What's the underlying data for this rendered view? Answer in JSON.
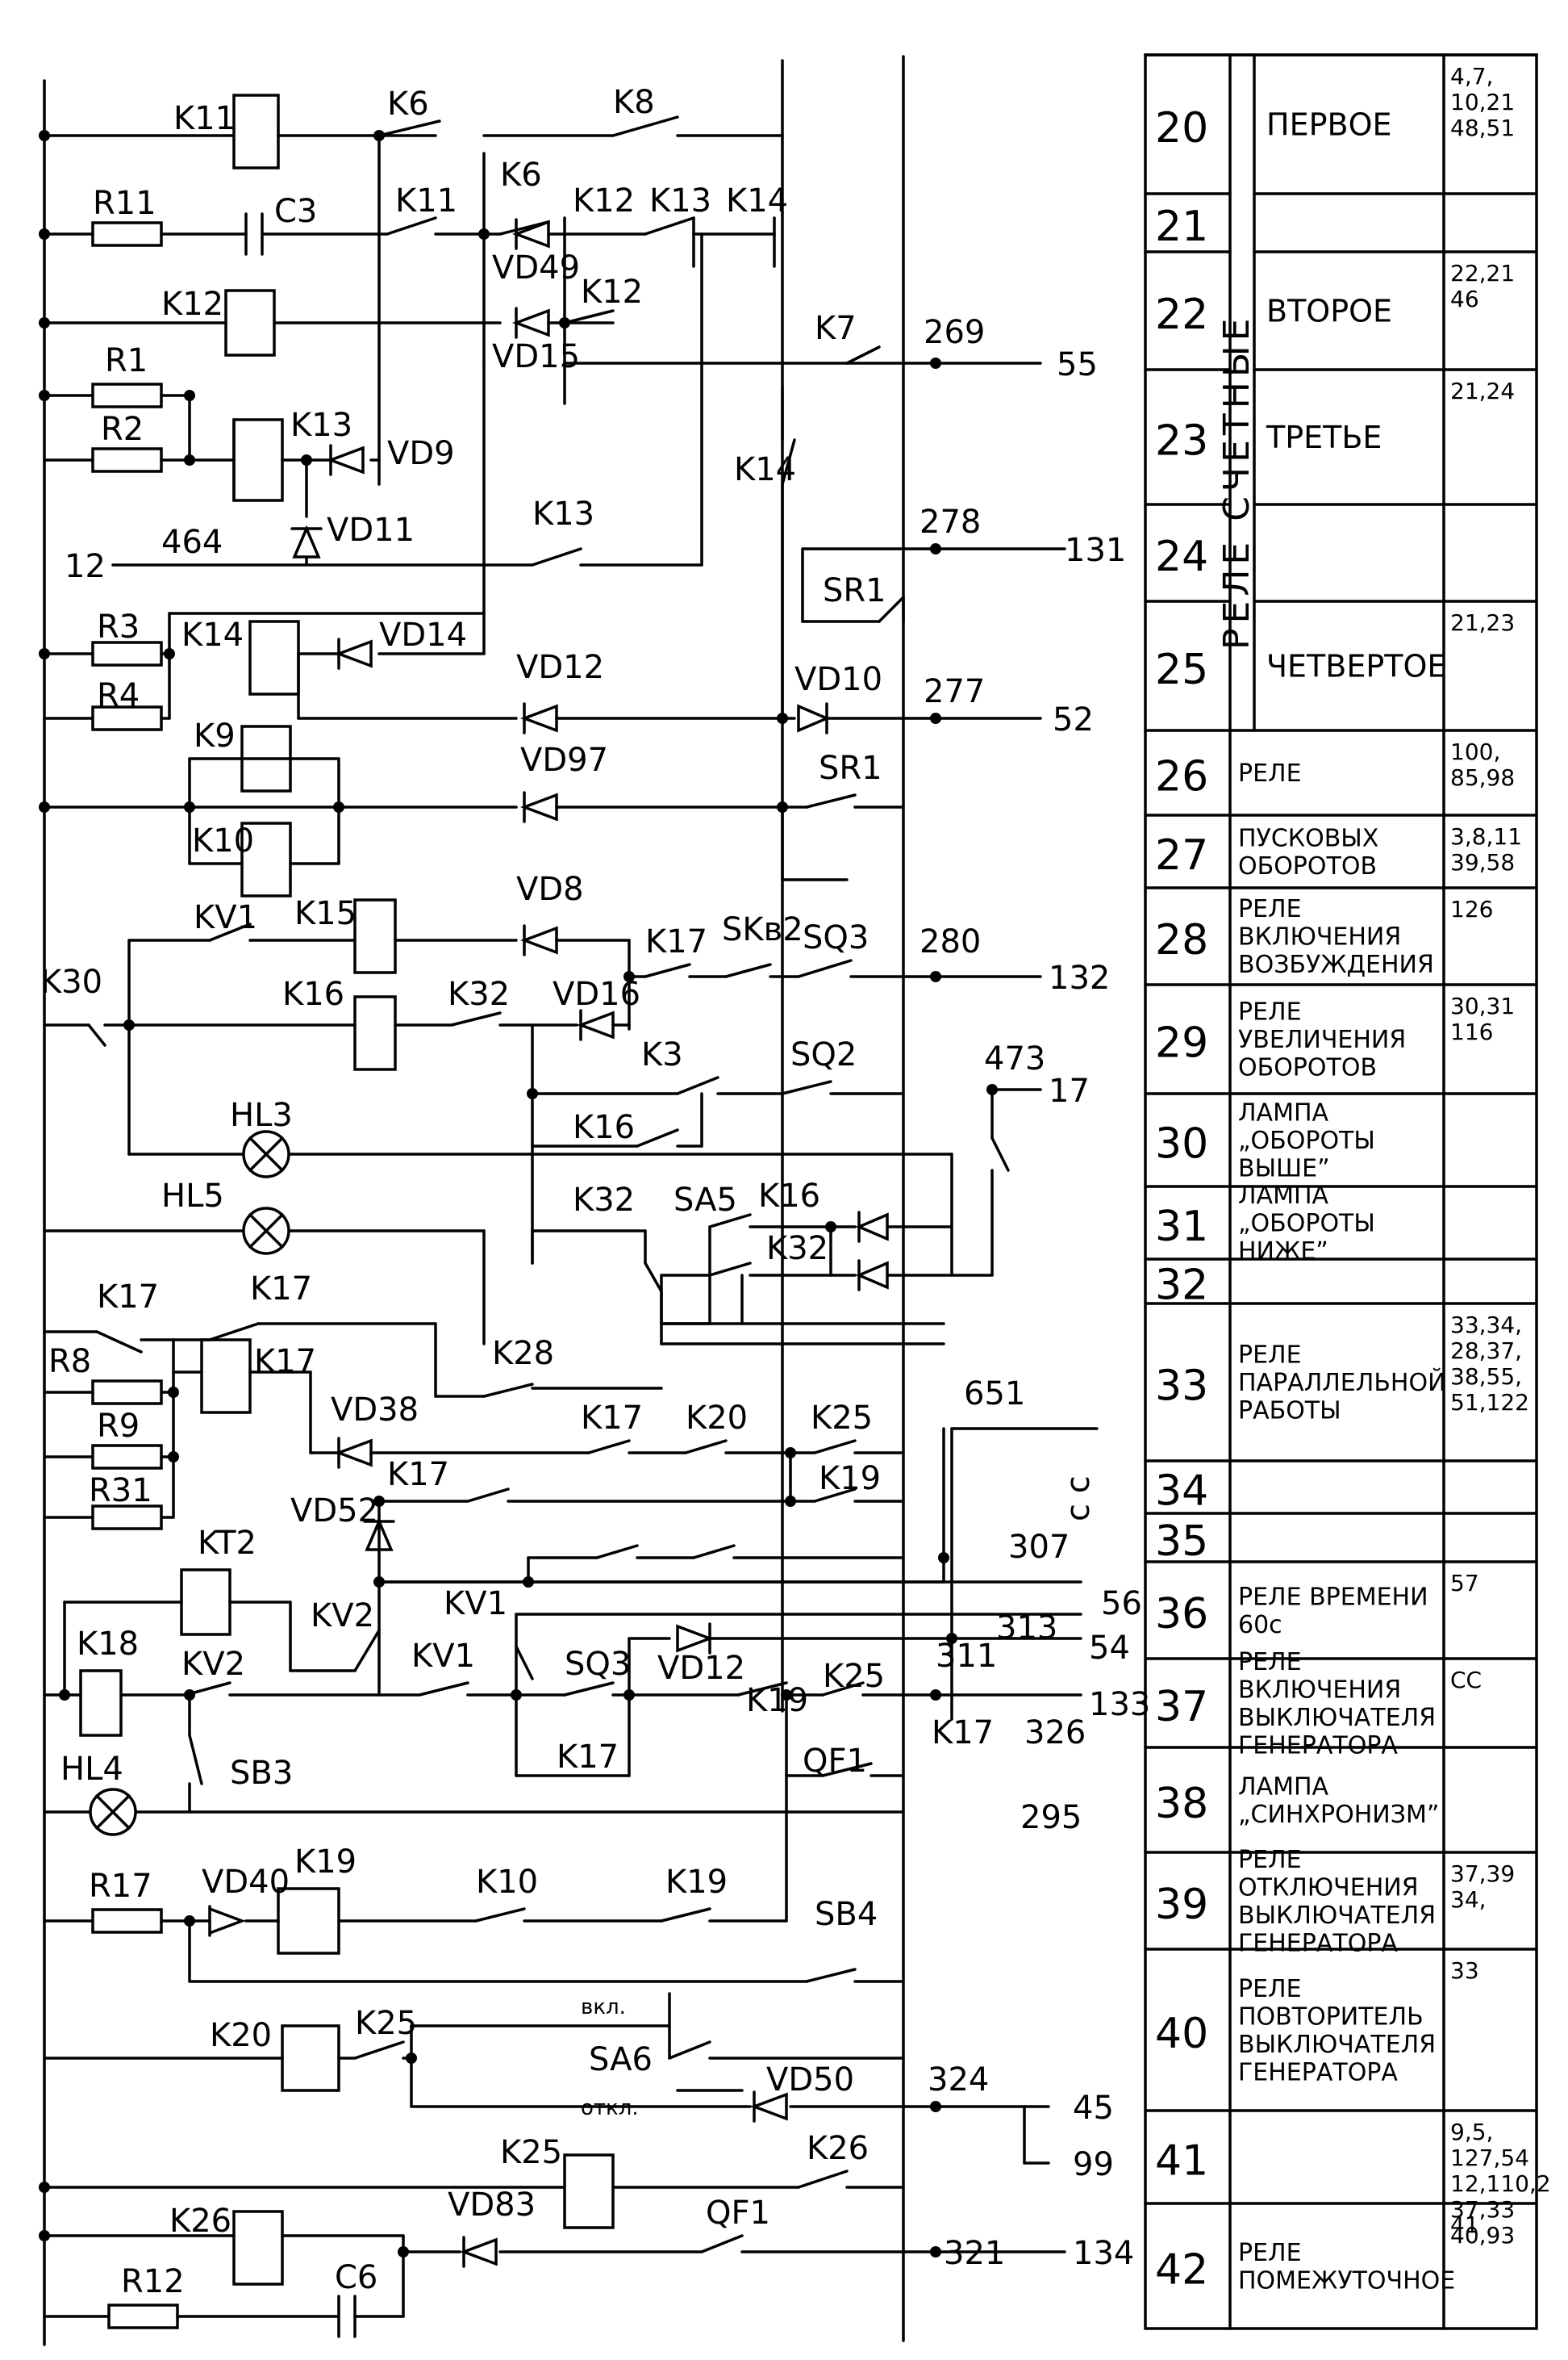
{
  "component_labels": {
    "K11a": "K11",
    "K6a": "K6",
    "K8": "K8",
    "R11": "R11",
    "C3": "C3",
    "K11b": "K11",
    "K6b": "K6",
    "K12a": "K12",
    "K13a": "K13",
    "K14a": "K14",
    "VD49": "VD49",
    "VD15": "VD15",
    "K12b": "K12",
    "K12c": "K12",
    "K7": "K7",
    "n269": "269",
    "n55": "55",
    "R1": "R1",
    "R2": "R2",
    "K13b": "K13",
    "VD9": "VD9",
    "K14b": "K14",
    "n12": "12",
    "n464": "464",
    "VD11": "VD11",
    "K13c": "K13",
    "n278": "278",
    "n131": "131",
    "SR1a": "SR1",
    "R3": "R3",
    "K14c": "K14",
    "VD14": "VD14",
    "R4": "R4",
    "VD12a": "VD12",
    "VD10": "VD10",
    "n277": "277",
    "n52": "52",
    "K9": "K9",
    "VD97": "VD97",
    "SR1b": "SR1",
    "K10a": "K10",
    "VD8": "VD8",
    "KV1a": "KV1",
    "K15": "K15",
    "K30": "K30",
    "K16a": "K16",
    "K32a": "K32",
    "VD16": "VD16",
    "K17a": "K17",
    "SKB2": "SKв2",
    "SQ3a": "SQ3",
    "n280": "280",
    "n132": "132",
    "K3": "K3",
    "SQ2": "SQ2",
    "n473": "473",
    "n17": "17",
    "K16b": "K16",
    "HL3": "HL3",
    "HL5": "HL5",
    "K32b": "K32",
    "SA5": "SA5",
    "K16c": "K16",
    "K32c": "K32",
    "K17b": "K17",
    "K17c": "K17",
    "R8": "R8",
    "K17d": "K17",
    "K28": "K28",
    "R9": "R9",
    "VD38": "VD38",
    "K17e": "K17",
    "K20a": "K20",
    "K25a": "K25",
    "n651": "651",
    "R31": "R31",
    "K17f": "K17",
    "K19a": "K19",
    "VD52": "VD52",
    "KT2": "KT2",
    "n307": "307",
    "ccMark": "с с",
    "K18": "K18",
    "KV2a": "KV2",
    "KV1b": "KV1",
    "n56": "56",
    "n313": "313",
    "KV1c": "KV1",
    "SQ3b": "SQ3",
    "VD12b": "VD12",
    "n311": "311",
    "n54": "54",
    "KV2b": "KV2",
    "K19b": "K19",
    "K25b": "K25",
    "n133": "133",
    "K17g": "K17",
    "n326": "326",
    "K17h": "K17",
    "SB3": "SB3",
    "QF1a": "QF1",
    "HL4": "HL4",
    "n295": "295",
    "R17": "R17",
    "VD40": "VD40",
    "K19c": "K19",
    "K10b": "K10",
    "K19d": "K19",
    "SB4": "SB4",
    "vkl": "вкл.",
    "K20b": "K20",
    "K25c": "K25",
    "SA6": "SA6",
    "otkl": "откл.",
    "VD50": "VD50",
    "n324": "324",
    "n45": "45",
    "n99": "99",
    "K25d": "K25",
    "K26a": "K26",
    "K26b": "K26",
    "VD83": "VD83",
    "QF1b": "QF1",
    "n321": "321",
    "n134": "134",
    "R12": "R12",
    "C6": "C6"
  },
  "table": {
    "group_label": "РЕЛЕ СЧЕТНЫЕ",
    "rows": [
      {
        "num": "20",
        "desc": "ПЕРВОЕ",
        "ref": "4,7, 10,21 48,51"
      },
      {
        "num": "21",
        "desc": "",
        "ref": ""
      },
      {
        "num": "22",
        "desc": "ВТОРОЕ",
        "ref": "22,21 46"
      },
      {
        "num": "23",
        "desc": "ТРЕТЬЕ",
        "ref": "21,24"
      },
      {
        "num": "24",
        "desc": "",
        "ref": ""
      },
      {
        "num": "25",
        "desc": "ЧЕТВЕРТОЕ",
        "ref": "21,23"
      },
      {
        "num": "26",
        "desc": "РЕЛЕ",
        "ref": "100, 85,98"
      },
      {
        "num": "27",
        "desc": "ПУСКОВЫХ ОБОРОТОВ",
        "ref": "3,8,11 39,58"
      },
      {
        "num": "28",
        "desc": "РЕЛЕ ВКЛЮЧЕНИЯ ВОЗБУЖДЕНИЯ",
        "ref": "126"
      },
      {
        "num": "29",
        "desc": "РЕЛЕ УВЕЛИЧЕНИЯ ОБОРОТОВ",
        "ref": "30,31 116"
      },
      {
        "num": "30",
        "desc": "ЛАМПА „ОБОРОТЫ ВЫШЕ”",
        "ref": ""
      },
      {
        "num": "31",
        "desc": "ЛАМПА „ОБОРОТЫ НИЖЕ”",
        "ref": ""
      },
      {
        "num": "32",
        "desc": "",
        "ref": ""
      },
      {
        "num": "33",
        "desc": "РЕЛЕ ПАРАЛЛЕЛЬНОЙ РАБОТЫ",
        "ref": "33,34, 28,37, 38,55, 51,122"
      },
      {
        "num": "34",
        "desc": "",
        "ref": ""
      },
      {
        "num": "35",
        "desc": "",
        "ref": ""
      },
      {
        "num": "36",
        "desc": "РЕЛЕ ВРЕМЕНИ 60с",
        "ref": "57"
      },
      {
        "num": "37",
        "desc": "РЕЛЕ ВКЛЮЧЕНИЯ ВЫКЛЮЧАТЕЛЯ ГЕНЕРАТОРА",
        "ref": "СС"
      },
      {
        "num": "38",
        "desc": "ЛАМПА „СИНХРОНИЗМ”",
        "ref": ""
      },
      {
        "num": "39",
        "desc": "РЕЛЕ ОТКЛЮЧЕНИЯ ВЫКЛЮЧАТЕЛЯ ГЕНЕРАТОРА",
        "ref": "37,39 34,"
      },
      {
        "num": "40",
        "desc": "РЕЛЕ ПОВТОРИТЕЛЬ ВЫКЛЮЧАТЕЛЯ ГЕНЕРАТОРА",
        "ref": "33"
      },
      {
        "num": "41",
        "desc": "",
        "ref": "9,5, 127,54 12,110,2 37,33 40,93"
      },
      {
        "num": "42",
        "desc": "РЕЛЕ ПОМЕЖУТОЧНОЕ",
        "ref": "41"
      }
    ]
  }
}
